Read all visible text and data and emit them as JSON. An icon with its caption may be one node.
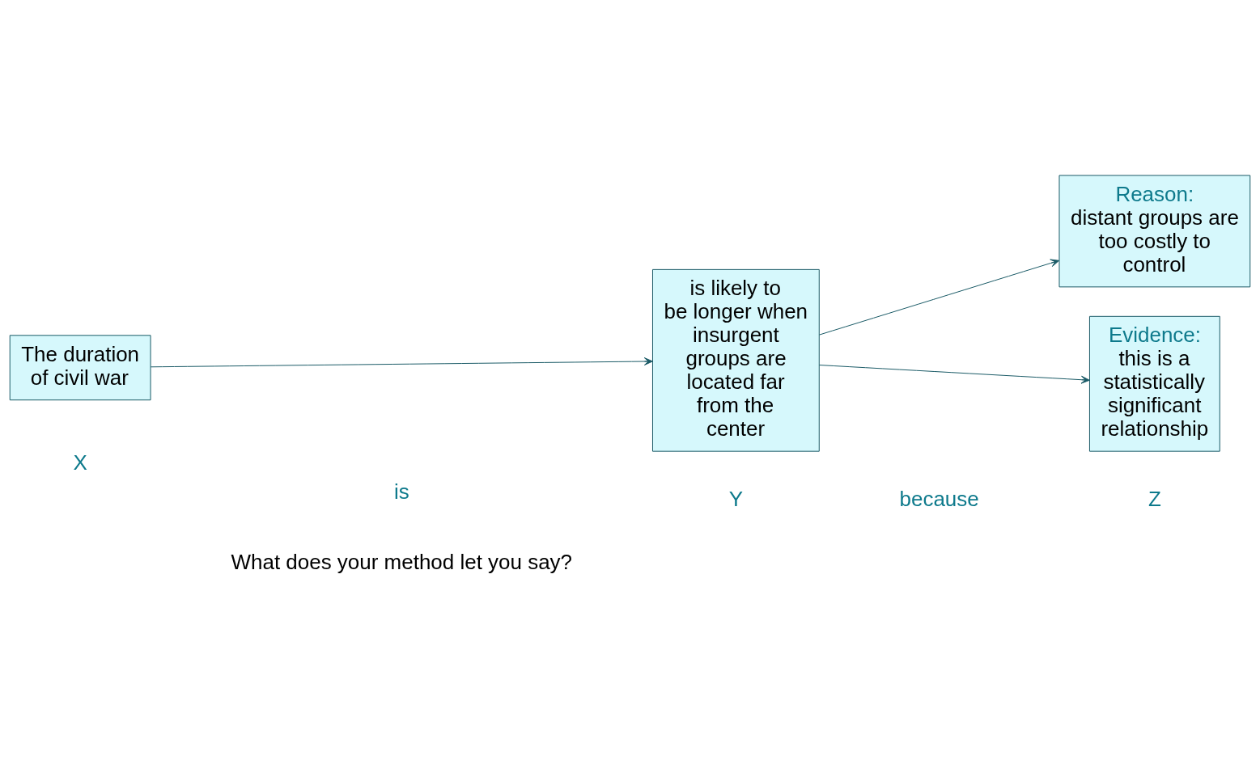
{
  "diagram": {
    "nodes": [
      {
        "text": [
          "The duration of civil war"
        ]
      },
      {
        "text": [
          "is likely to be longer when insurgent groups are located far from the center"
        ]
      },
      {
        "text": [
          "Reason:",
          "distant groups are too costly to control"
        ]
      },
      {
        "text": [
          "Evidence:",
          "this is a statistically significant relationship"
        ]
      }
    ],
    "edges": [
      {
        "from": 0,
        "to": 1,
        "arrow": "to"
      },
      {
        "from": 1,
        "to": 2,
        "arrow": "to"
      },
      {
        "from": 1,
        "to": 3,
        "arrow": "to"
      }
    ],
    "labels": [
      "X",
      "is",
      "Y",
      "because",
      "What does your method let you say?",
      "Z"
    ]
  }
}
